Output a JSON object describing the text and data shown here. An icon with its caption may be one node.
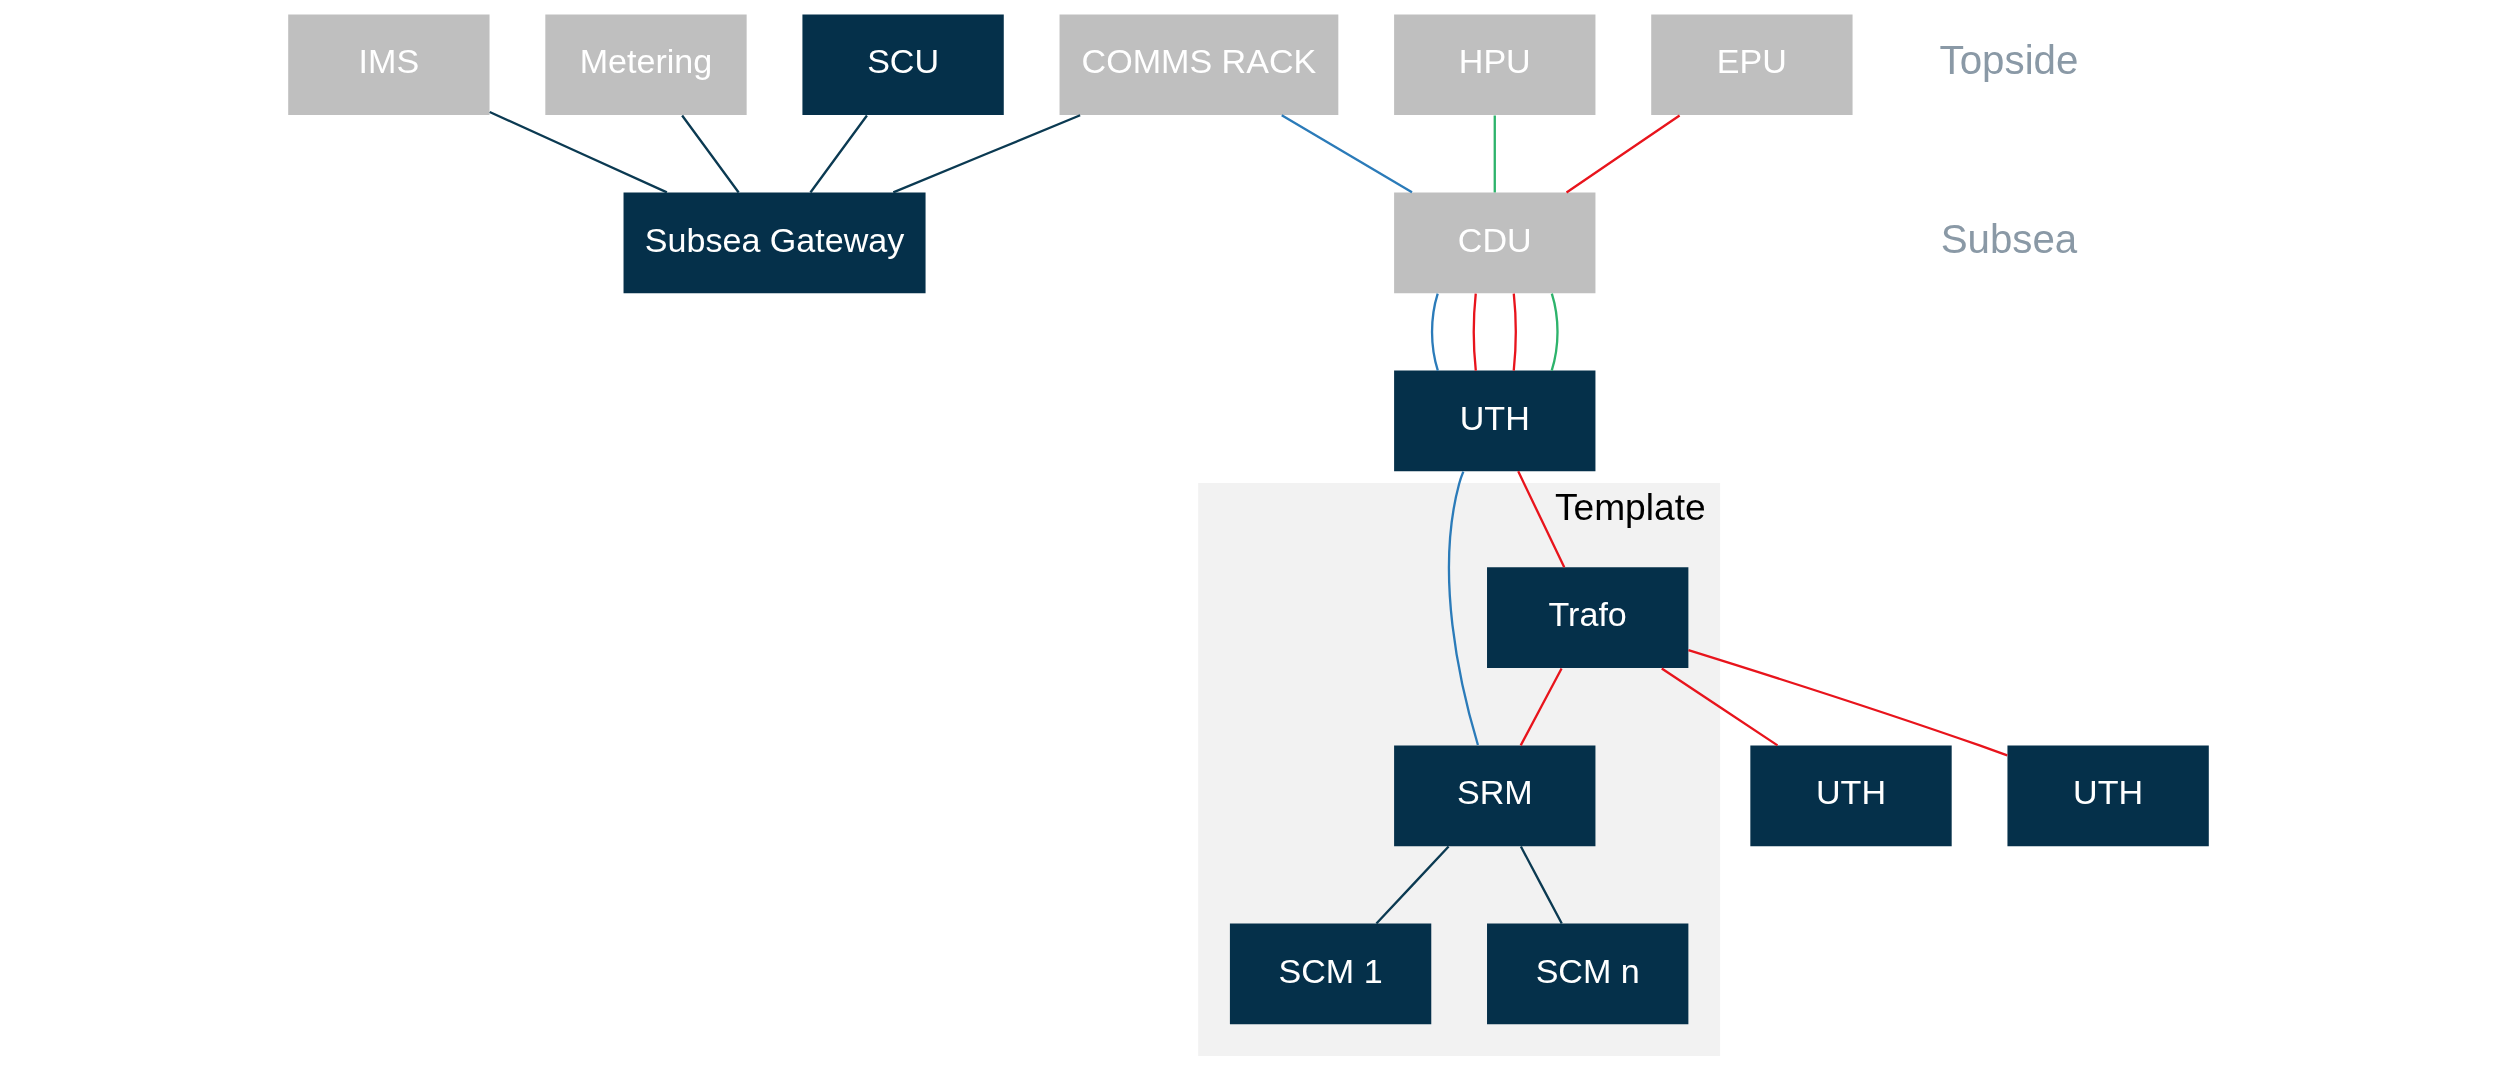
{
  "diagram": {
    "nodes": [
      {
        "text": [
          "IMS"
        ]
      },
      {
        "text": [
          "Metering"
        ]
      },
      {
        "text": [
          "SCU"
        ]
      },
      {
        "text": [
          "HPU"
        ]
      },
      {
        "text": [
          "EPU"
        ]
      },
      {
        "text": [
          "COMMS RACK"
        ]
      },
      {
        "text": [
          "Subsea Gateway"
        ]
      },
      {
        "text": [
          "Template"
        ]
      },
      {
        "text": [
          "UTH"
        ]
      },
      {
        "text": [
          "Trafo"
        ],
        "in": 7
      },
      {
        "text": [
          "CDU"
        ]
      },
      {
        "text": [
          "UTH"
        ]
      },
      {
        "text": [
          "SRM"
        ],
        "in": 7
      },
      {
        "text": [
          "SCM 1"
        ],
        "in": 7
      },
      {
        "text": [
          "UTH"
        ]
      },
      {
        "text": [
          "SCM n"
        ],
        "in": 7
      }
    ],
    "edges": [
      {
        "from": 0,
        "to": 6,
        "arrow": "none",
        "color": "#0b3a52"
      },
      {
        "from": 1,
        "to": 6,
        "arrow": "none",
        "color": "#0b3a52"
      },
      {
        "from": 2,
        "to": 6,
        "arrow": "none",
        "color": "#0b3a52"
      },
      {
        "from": 5,
        "to": 6,
        "arrow": "none",
        "color": "#0b3a52"
      },
      {
        "from": 3,
        "to": 10,
        "arrow": "none",
        "color": "#2db36b"
      },
      {
        "from": 4,
        "to": 10,
        "arrow": "none"
      },
      {
        "from": 5,
        "to": 10,
        "arrow": "none",
        "color": "#2b7bb9"
      },
      {
        "from": 10,
        "to": 11,
        "arrow": "none",
        "color": "#2b7bb9"
      },
      {
        "from": 10,
        "to": 11,
        "arrow": "none"
      },
      {
        "from": 10,
        "to": 11,
        "arrow": "none"
      },
      {
        "from": 10,
        "to": 11,
        "arrow": "none",
        "color": "#2db36b"
      },
      {
        "from": 11,
        "to": 9,
        "arrow": "none"
      },
      {
        "from": 11,
        "to": 12,
        "arrow": "none",
        "color": "#2b7bb9"
      },
      {
        "from": 9,
        "to": 8,
        "arrow": "none"
      },
      {
        "from": 9,
        "to": 14,
        "arrow": "none"
      },
      {
        "from": 9,
        "to": 12,
        "arrow": "none"
      },
      {
        "from": 12,
        "to": 13,
        "arrow": "none",
        "color": "#0b3a52"
      },
      {
        "from": 12,
        "to": 15,
        "arrow": "none",
        "color": "#0b3a52"
      }
    ],
    "labels": [
      "Topside",
      "Subsea"
    ]
  }
}
